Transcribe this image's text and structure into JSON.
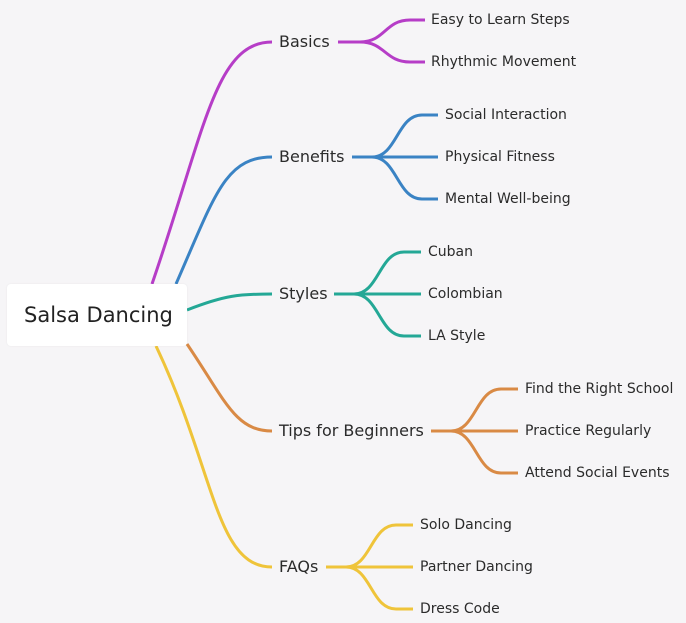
{
  "root": "Salsa Dancing",
  "branches": [
    {
      "label": "Basics",
      "color": "#b63dc7",
      "children": [
        "Easy to Learn Steps",
        "Rhythmic Movement"
      ]
    },
    {
      "label": "Benefits",
      "color": "#3a83c4",
      "children": [
        "Social Interaction",
        "Physical Fitness",
        "Mental Well-being"
      ]
    },
    {
      "label": "Styles",
      "color": "#24a896",
      "children": [
        "Cuban",
        "Colombian",
        "LA Style"
      ]
    },
    {
      "label": "Tips for Beginners",
      "color": "#d98a45",
      "children": [
        "Find the Right School",
        "Practice Regularly",
        "Attend Social Events"
      ]
    },
    {
      "label": "FAQs",
      "color": "#efc43a",
      "children": [
        "Solo Dancing",
        "Partner Dancing",
        "Dress Code"
      ]
    }
  ]
}
